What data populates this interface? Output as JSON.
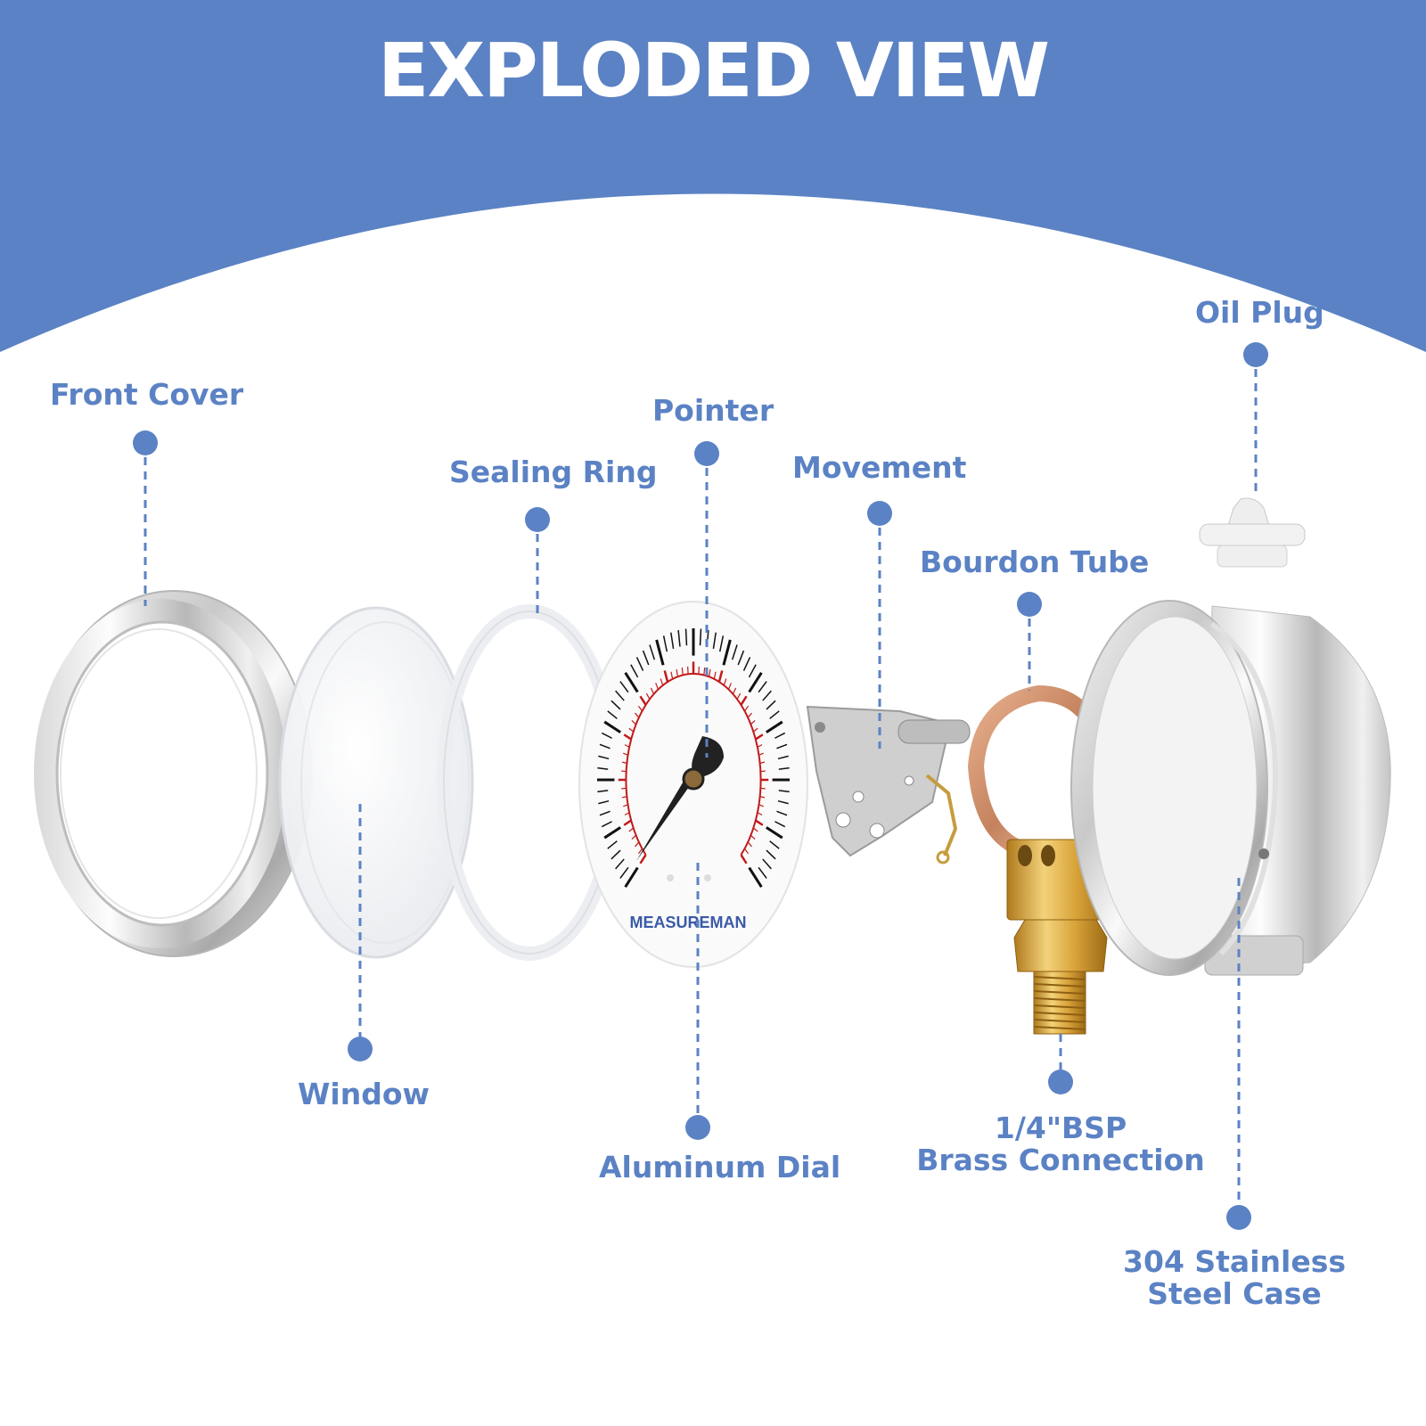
{
  "title": "EXPLODED VIEW",
  "brand": "MEASUREMAN",
  "colors": {
    "banner": "#5b82c4",
    "label": "#5b82c4",
    "leader": "#5b82c4",
    "background": "#ffffff"
  },
  "labels": {
    "front_cover": "Front Cover",
    "window": "Window",
    "sealing_ring": "Sealing Ring",
    "pointer": "Pointer",
    "aluminum_dial": "Aluminum Dial",
    "movement": "Movement",
    "bourdon_tube": "Bourdon Tube",
    "brass_connection_line1": "1/4\"BSP",
    "brass_connection_line2": "Brass Connection",
    "oil_plug": "Oil Plug",
    "case_line1": "304 Stainless",
    "case_line2": "Steel Case"
  }
}
